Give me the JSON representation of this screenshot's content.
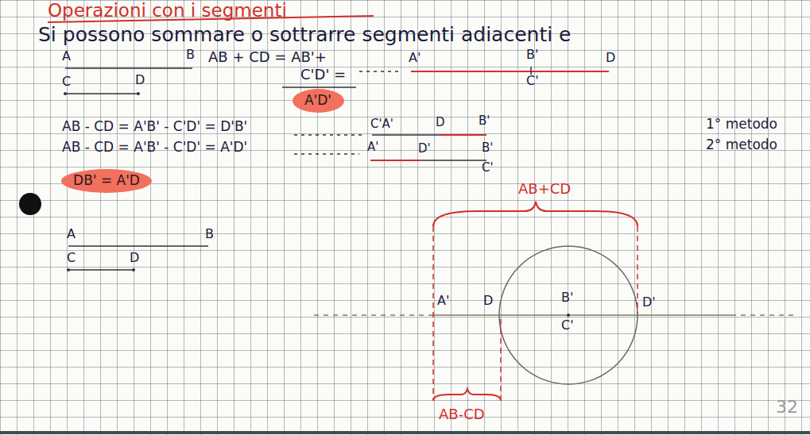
{
  "diagram": {
    "title": "Operazioni con i segmenti",
    "nodes": [
      {
        "text": [
          "A'D'"
        ]
      },
      {
        "text": [
          "DB' = A'D"
        ]
      }
    ],
    "labels": [
      "Si possono sommare o sottrarre segmenti adiacenti e",
      "A",
      "B",
      "C",
      "D",
      "AB + CD = AB'+",
      "C'D' =",
      "A'",
      "B'",
      "C'",
      "D",
      "AB - CD = A'B' - C'D' = D'B'",
      "C'A'",
      "D",
      "B'",
      "1° metodo",
      "AB - CD = A'B' - C'D' = A'D'",
      "A'",
      "D'",
      "B'",
      "C'",
      "2° metodo",
      "A",
      "B",
      "C",
      "D",
      "AB+CD",
      "A'",
      "D",
      "B'",
      "C'",
      "D'",
      "AB-CD",
      "32"
    ]
  }
}
